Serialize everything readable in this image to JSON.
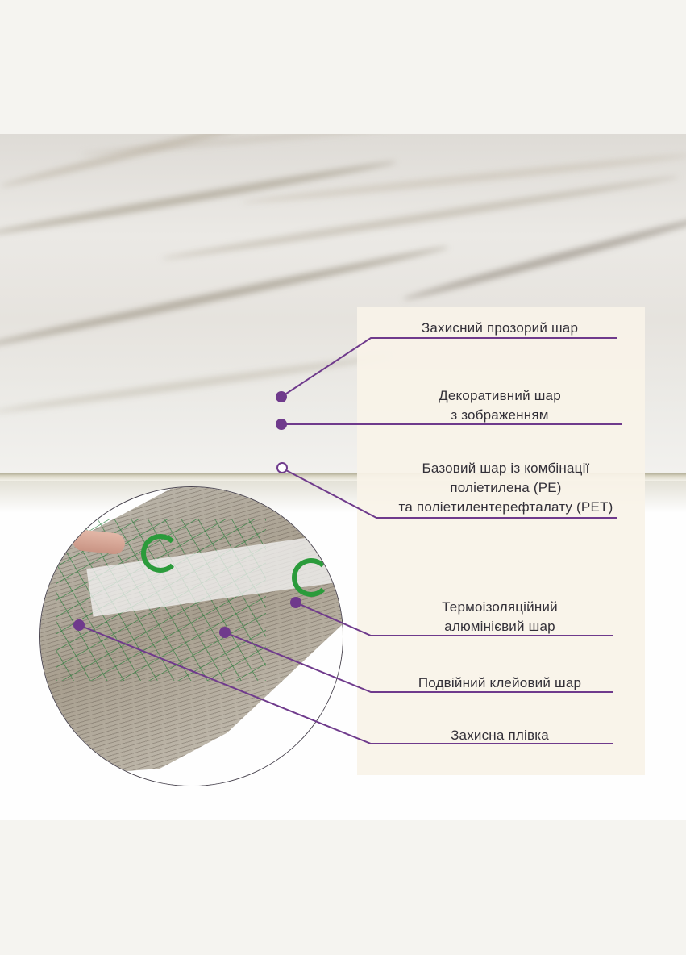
{
  "diagram": {
    "type": "layer-structure",
    "accent_color": "#6f3a8c",
    "panel_color": "#f9f3e8",
    "layers": [
      {
        "id": "protective-transparent",
        "label": "Захисний прозорий шар",
        "marker": "filled"
      },
      {
        "id": "decorative",
        "label_lines": [
          "Декоративний шар",
          "з зображенням"
        ],
        "marker": "filled"
      },
      {
        "id": "base",
        "label_lines": [
          "Базовий шар із комбінації",
          "поліетилена (PE)",
          "та поліетилентерефталату (PET)"
        ],
        "marker": "hollow"
      },
      {
        "id": "thermal-aluminium",
        "label_lines": [
          "Термоізоляційний",
          "алюмінієвий шар"
        ],
        "marker": "filled"
      },
      {
        "id": "double-adhesive",
        "label": "Подвійний клейовий шар",
        "marker": "filled"
      },
      {
        "id": "protective-film",
        "label": "Захисна плівка",
        "marker": "filled"
      }
    ]
  }
}
